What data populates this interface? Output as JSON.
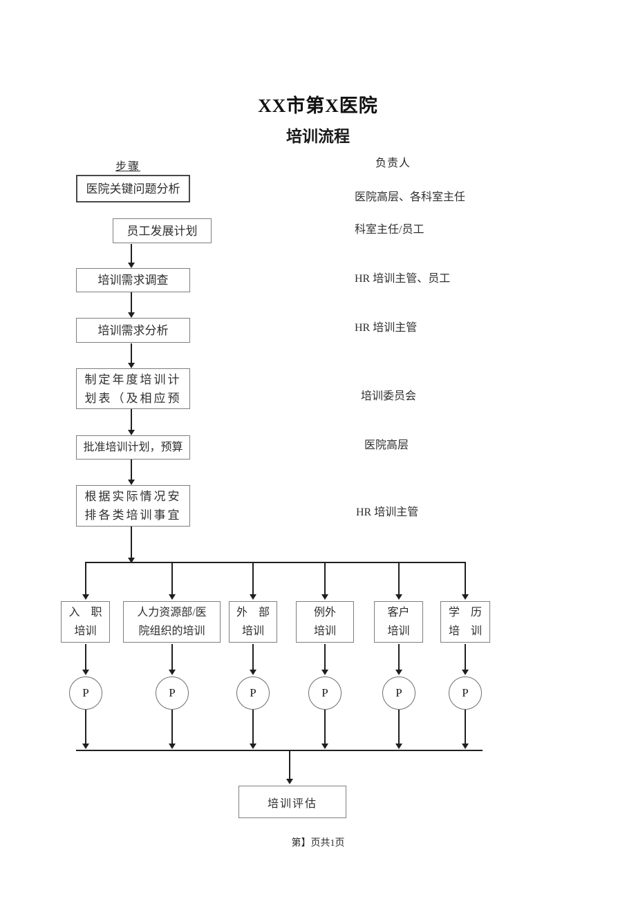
{
  "document": {
    "title": "XX市第X医院",
    "subtitle": "培训流程",
    "footer": "第】页共1页"
  },
  "columns": {
    "steps_header": "步骤",
    "responsible_header": "负责人"
  },
  "flow": {
    "steps": [
      {
        "label": "医院关键问题分析",
        "responsible": "医院高层、各科室主任"
      },
      {
        "label": "员工发展计划",
        "responsible": "科室主任/员工"
      },
      {
        "label": "培训需求调查",
        "responsible": "HR 培训主管、员工"
      },
      {
        "label": "培训需求分析",
        "responsible": "HR 培训主管"
      },
      {
        "label": "制定年度培训计\n划表（及相应预",
        "responsible": "培训委员会"
      },
      {
        "label": "批准培训计划，预算",
        "responsible": "医院高层"
      },
      {
        "label": "根据实际情况安\n排各类培训事宜",
        "responsible": "HR 培训主管"
      }
    ],
    "branches": [
      {
        "label": "入　职\n培训"
      },
      {
        "label": "人力资源部/医\n院组织的培训"
      },
      {
        "label": "外　部\n培训"
      },
      {
        "label": "例外\n培训"
      },
      {
        "label": "客户\n培训"
      },
      {
        "label": "学　历\n培　训"
      }
    ],
    "process_symbol": "P",
    "evaluation_label": "培训评估"
  },
  "colors": {
    "ink": "#1f1f1f",
    "box_border": "#7d7d7d",
    "text": "#2a2a2a"
  }
}
